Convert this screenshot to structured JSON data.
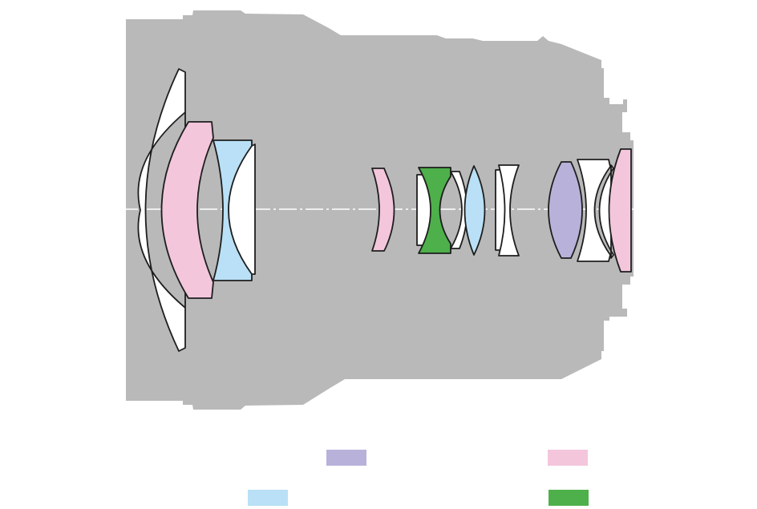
{
  "colors": {
    "barrel": "#b9b9b9",
    "glass": "#ffffff",
    "pink": "#f3c6dc",
    "blue": "#b9e0f6",
    "purple": "#b8b2da",
    "green": "#4db04a",
    "outline": "#1e1e1e",
    "axis": "#ffffff"
  },
  "legend": [
    {
      "key": "purple",
      "color": "#b8b2da"
    },
    {
      "key": "pink",
      "color": "#f3c6dc"
    },
    {
      "key": "blue",
      "color": "#b9e0f6"
    },
    {
      "key": "green",
      "color": "#4db04a"
    }
  ]
}
